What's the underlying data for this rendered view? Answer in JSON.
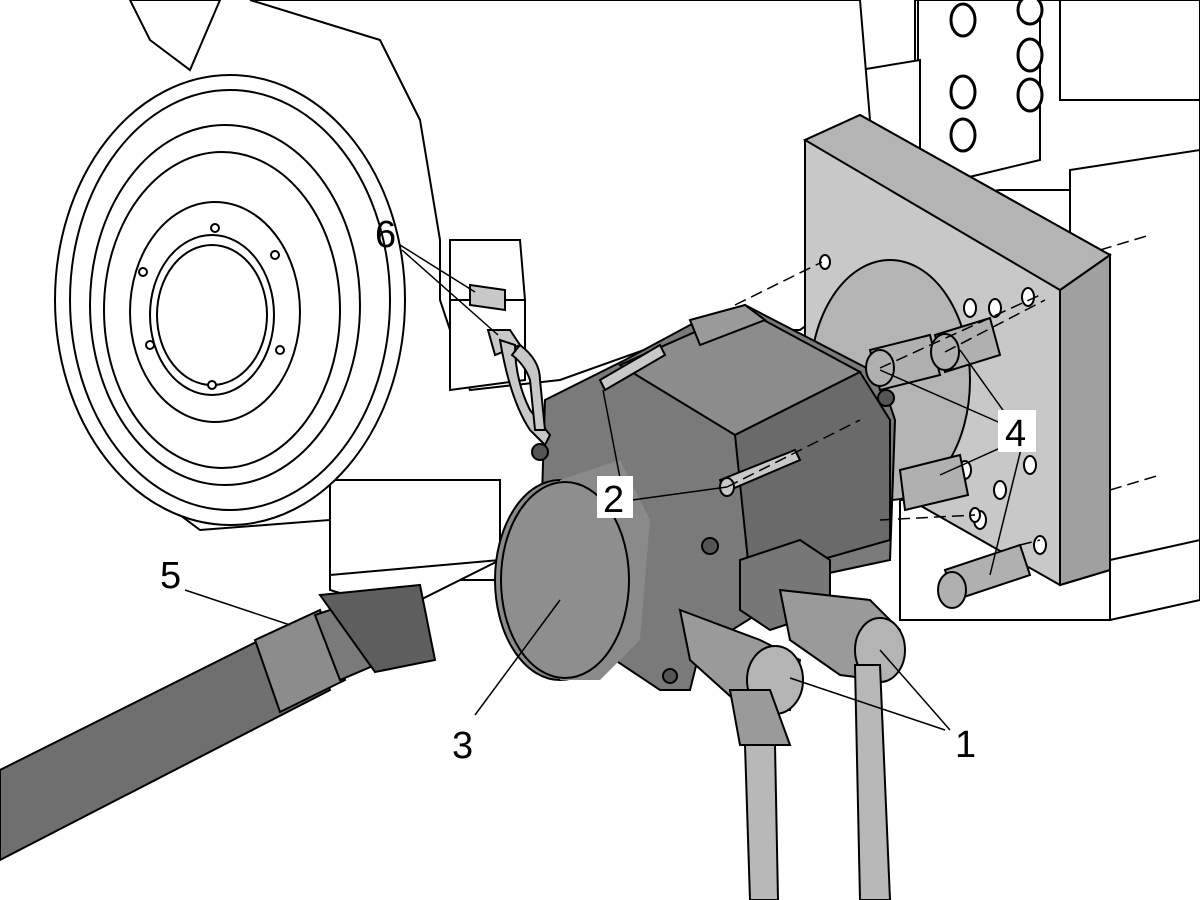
{
  "callouts": {
    "c1": "1",
    "c2": "2",
    "c3": "3",
    "c4": "4",
    "c5": "5",
    "c6": "6"
  },
  "colors": {
    "line": "#000000",
    "light_fill": "#ffffff",
    "mid_gray": "#b4b4b4",
    "dark_gray": "#7a7a7a",
    "darker_gray": "#5e5e5e",
    "background": "#ffffff"
  }
}
